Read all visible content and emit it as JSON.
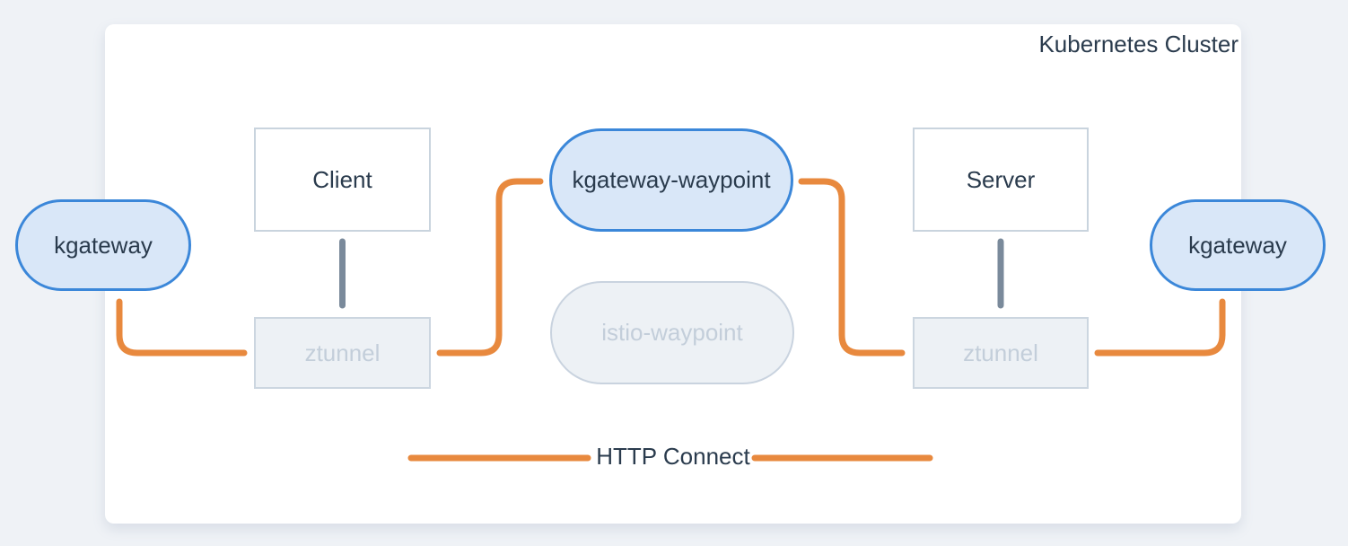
{
  "cluster": {
    "title": "Kubernetes Cluster"
  },
  "nodes": {
    "kgateway_left": {
      "label": "kgateway",
      "state": "active"
    },
    "client": {
      "label": "Client",
      "state": "default"
    },
    "ztunnel_left": {
      "label": "ztunnel",
      "state": "muted"
    },
    "kgateway_waypoint": {
      "label": "kgateway-waypoint",
      "state": "active"
    },
    "istio_waypoint": {
      "label": "istio-waypoint",
      "state": "muted"
    },
    "server": {
      "label": "Server",
      "state": "default"
    },
    "ztunnel_right": {
      "label": "ztunnel",
      "state": "muted"
    },
    "kgateway_right": {
      "label": "kgateway",
      "state": "active"
    }
  },
  "legend": {
    "label": "HTTP Connect"
  },
  "colors": {
    "background": "#EFF2F6",
    "container": "#FFFFFF",
    "orange_connector": "#E8893E",
    "slate_connector": "#7A8A9B",
    "blue_pill_fill": "#D9E7F8",
    "blue_pill_border": "#3B87D9",
    "box_border": "#C9D4DE",
    "muted_fill": "#EDF1F5",
    "muted_border": "#C9D3DF",
    "muted_text": "#C3CEDA",
    "dark_text": "#2A3B4D"
  }
}
